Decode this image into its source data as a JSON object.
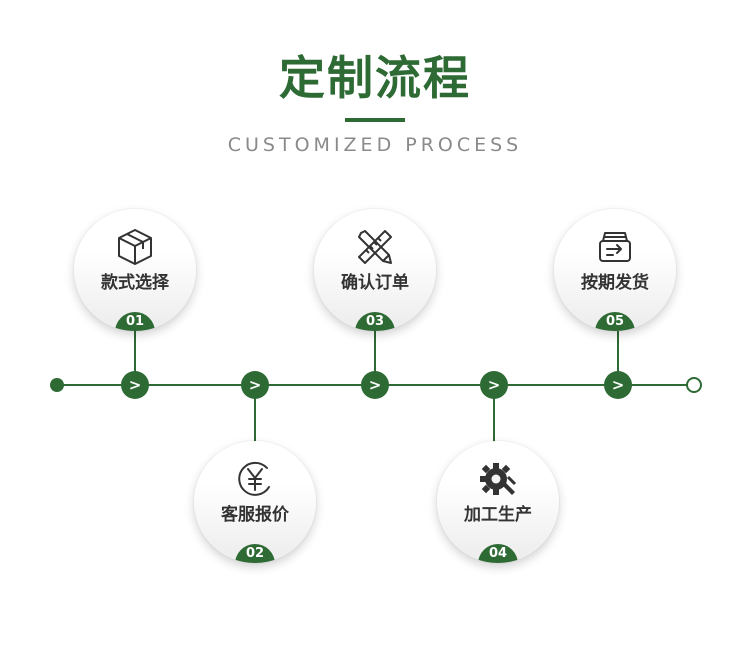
{
  "header": {
    "title": "定制流程",
    "subtitle": "CUSTOMIZED PROCESS"
  },
  "steps": [
    {
      "number": "01",
      "label": "款式选择",
      "icon": "cube-box-icon"
    },
    {
      "number": "02",
      "label": "客服报价",
      "icon": "yen-coin-icon"
    },
    {
      "number": "03",
      "label": "确认订单",
      "icon": "pencil-ruler-icon"
    },
    {
      "number": "04",
      "label": "加工生产",
      "icon": "gear-wrench-icon"
    },
    {
      "number": "05",
      "label": "按期发货",
      "icon": "delivery-box-icon"
    }
  ],
  "arrow_glyph": ">",
  "colors": {
    "accent": "#2e6a34",
    "subtitle": "#8a8a8a",
    "text": "#333333"
  }
}
